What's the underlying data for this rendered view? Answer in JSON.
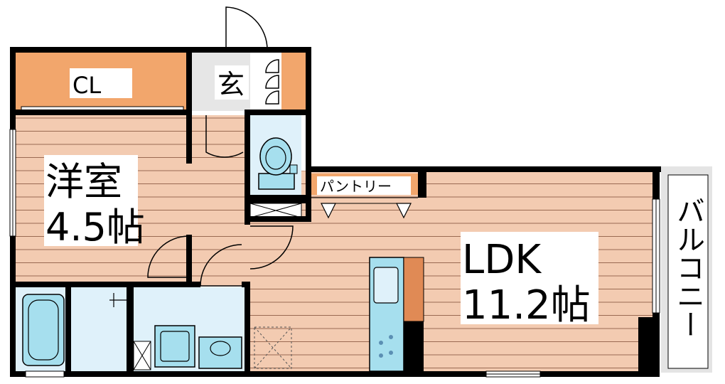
{
  "rooms": {
    "closet": "CL",
    "entrance": "玄",
    "western_room_name": "洋室",
    "western_room_size": "4.5帖",
    "pantry": "パントリー",
    "ldk_name": "LDK",
    "ldk_size": "11.2帖",
    "balcony": "バルコニー"
  },
  "colors": {
    "floor": "#f3cbb1",
    "floor_line": "#9a6a52",
    "closet": "#f2a66c",
    "wet_area": "#dff1fa",
    "fixture": "#a6dfee",
    "wall": "#000000",
    "balcony": "#e4e4e4",
    "entrance": "#e6e6e6",
    "counter": "#e08a55",
    "stove": "#5b8fb3"
  }
}
